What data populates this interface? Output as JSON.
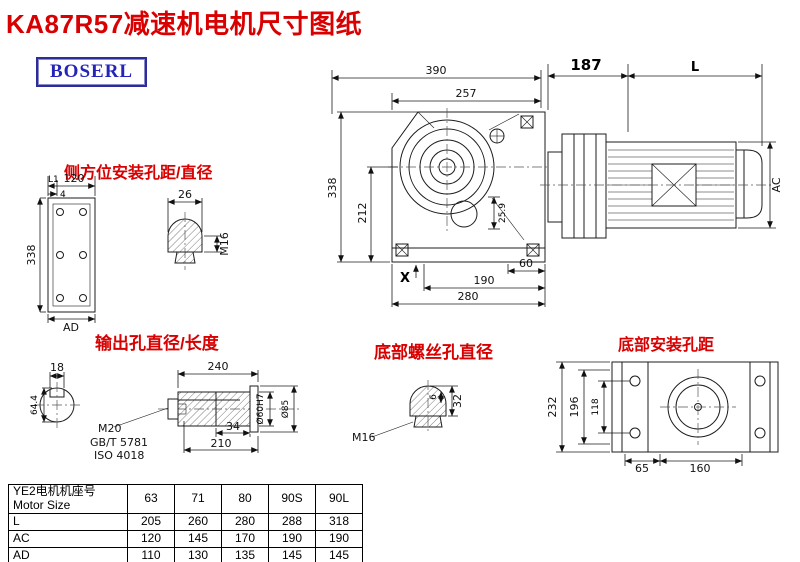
{
  "page": {
    "title": "KA87R57减速机电机尺寸图纸",
    "logo": "BOSERL"
  },
  "labels": {
    "side_mount": "侧方位安装孔距/直径",
    "output_hole": "输出孔直径/长度",
    "bottom_screw": "底部螺丝孔直径",
    "bottom_mount": "底部安装孔距"
  },
  "main_view": {
    "dim_width_total": "390",
    "dim_width_case": "257",
    "dim_motor_flange": "187",
    "dim_motor_length": "L",
    "dim_height_total": "338",
    "dim_center_height": "212",
    "dim_shaft_step": "25.9",
    "dim_foot_a": "60",
    "dim_foot_b": "190",
    "dim_foot_c": "280",
    "dim_motor_dia": "AC",
    "datum_mark": "X"
  },
  "side_view": {
    "dim_l1": "L1",
    "dim_120": "120",
    "dim_4": "4",
    "dim_26": "26",
    "dim_m16": "M16",
    "dim_338": "338",
    "dim_ad": "AD"
  },
  "output_view": {
    "dim_key_width": "18",
    "dim_key_height": "64.4",
    "dim_length_total": "240",
    "thread": "M20",
    "standard_gb": "GB/T 5781",
    "standard_iso": "ISO 4018",
    "dim_34": "34",
    "dim_210": "210",
    "dim_bore": "Ø60H7",
    "dim_flange": "Ø85"
  },
  "screw_view": {
    "thread": "M16",
    "dim_depth": "32",
    "dim_6": "6"
  },
  "bottom_view": {
    "dim_232": "232",
    "dim_196": "196",
    "dim_118": "118",
    "dim_65": "65",
    "dim_160": "160"
  },
  "table": {
    "header": {
      "line1": "YE2电机机座号",
      "line2": "Motor Size"
    },
    "sizes": [
      "63",
      "71",
      "80",
      "90S",
      "90L"
    ],
    "rows": [
      {
        "label": "L",
        "values": [
          "205",
          "260",
          "280",
          "288",
          "318"
        ]
      },
      {
        "label": "AC",
        "values": [
          "120",
          "145",
          "170",
          "190",
          "190"
        ]
      },
      {
        "label": "AD",
        "values": [
          "110",
          "130",
          "135",
          "145",
          "145"
        ]
      }
    ]
  }
}
